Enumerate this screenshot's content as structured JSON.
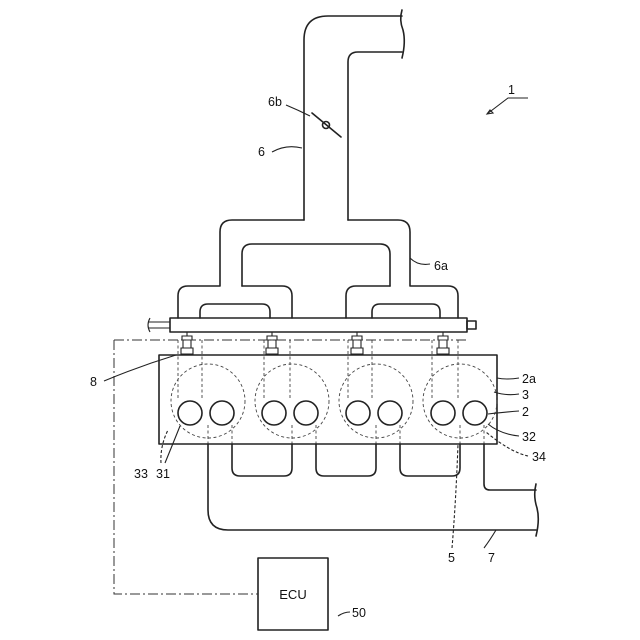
{
  "labels": {
    "figure_ref": "1",
    "intake_pipe": "6",
    "throttle": "6b",
    "intake_manifold": "6a",
    "injector": "8",
    "cylinder_bore": "2a",
    "cylinder_head": "3",
    "cylinder": "2",
    "exhaust_valve": "32",
    "exhaust_port": "34",
    "intake_port": "33",
    "intake_valve": "31",
    "exhaust_manifold": "5",
    "exhaust_pipe": "7",
    "ecu_ref": "50"
  },
  "ecu": {
    "text": "ECU"
  }
}
